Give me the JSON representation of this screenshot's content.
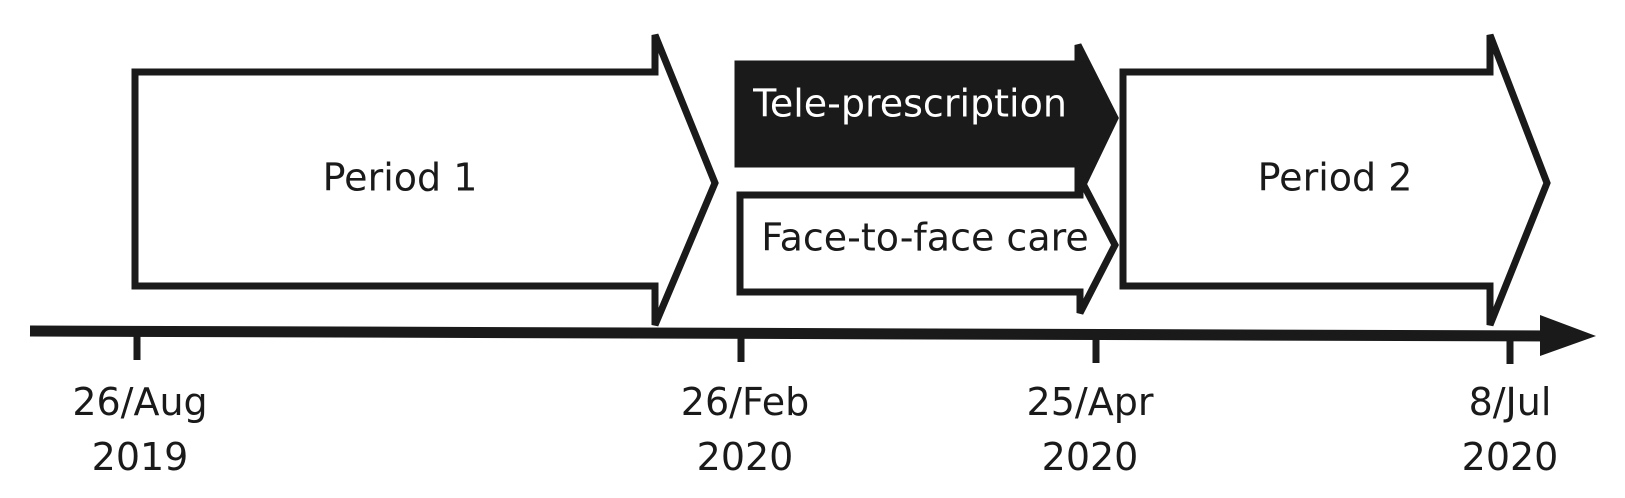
{
  "phases": {
    "period1": {
      "label": "Period 1"
    },
    "tele": {
      "label": "Tele-prescription"
    },
    "face": {
      "label": "Face-to-face care"
    },
    "period2": {
      "label": "Period 2"
    }
  },
  "timeline": {
    "dates": [
      {
        "day": "26/Aug",
        "year": "2019"
      },
      {
        "day": "26/Feb",
        "year": "2020"
      },
      {
        "day": "25/Apr",
        "year": "2020"
      },
      {
        "day": "8/Jul",
        "year": "2020"
      }
    ]
  },
  "colors": {
    "ink": "#1a1a1a",
    "background": "#ffffff"
  }
}
